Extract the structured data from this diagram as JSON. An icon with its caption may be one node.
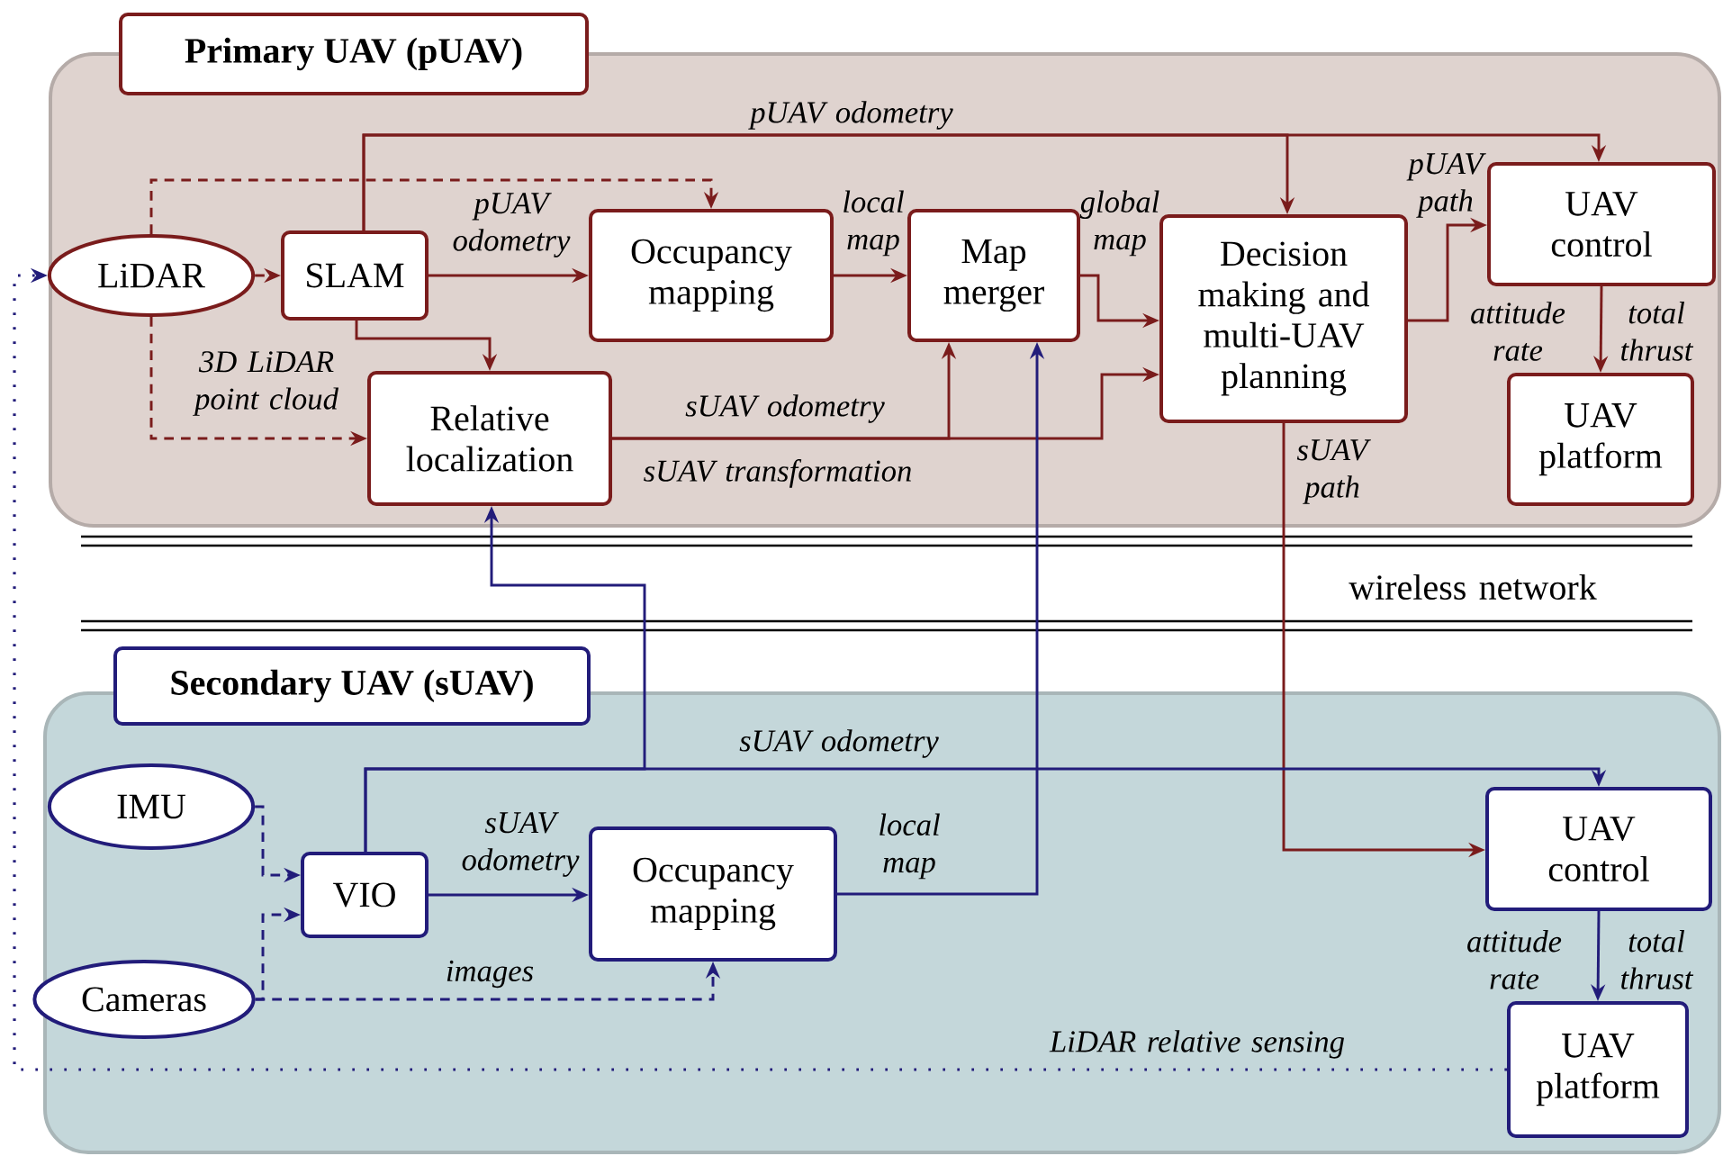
{
  "diagram": {
    "nodes": [
      {
        "text": [
          "Primary UAV (pUAV)"
        ]
      },
      {
        "text": [
          "LiDAR"
        ],
        "in": 0
      },
      {
        "text": [
          "SLAM"
        ],
        "in": 0
      },
      {
        "text": [
          "Occupancy mapping"
        ],
        "in": 0
      },
      {
        "text": [
          "Relative localization"
        ],
        "in": 0
      },
      {
        "text": [
          "Map merger"
        ],
        "in": 0
      },
      {
        "text": [
          "Decision making and multi-UAV planning"
        ],
        "in": 0
      },
      {
        "text": [
          "UAV control"
        ],
        "in": 0
      },
      {
        "text": [
          "UAV platform"
        ],
        "in": 0
      },
      {
        "text": [
          "Secondary UAV (sUAV)"
        ]
      },
      {
        "text": [
          "IMU"
        ],
        "in": 9
      },
      {
        "text": [
          "Cameras"
        ],
        "in": 9
      },
      {
        "text": [
          "VIO"
        ],
        "in": 9
      },
      {
        "text": [
          "Occupancy mapping"
        ],
        "in": 9
      },
      {
        "text": [
          "UAV control"
        ],
        "in": 9
      },
      {
        "text": [
          "UAV platform"
        ],
        "in": 9
      }
    ],
    "edges": [
      {
        "from": 1,
        "to": 2,
        "arrow": "to",
        "style": "dashed"
      },
      {
        "from": 1,
        "to": 3,
        "arrow": "to",
        "style": "dashed"
      },
      {
        "from": 1,
        "to": 4,
        "arrow": "to",
        "style": "dashed",
        "label": "3D LiDAR point cloud"
      },
      {
        "from": 2,
        "to": 3,
        "arrow": "to",
        "label": "pUAV odometry"
      },
      {
        "from": 2,
        "to": 4,
        "arrow": "to"
      },
      {
        "from": 2,
        "to": 6,
        "arrow": "to",
        "label": "pUAV odometry"
      },
      {
        "from": 2,
        "to": 7,
        "arrow": "to"
      },
      {
        "from": 3,
        "to": 5,
        "arrow": "to",
        "label": "local map"
      },
      {
        "from": 4,
        "to": 5,
        "arrow": "to",
        "label": "sUAV odometry"
      },
      {
        "from": 4,
        "to": 6,
        "arrow": "to",
        "label": "sUAV transformation"
      },
      {
        "from": 5,
        "to": 6,
        "arrow": "to",
        "label": "global map"
      },
      {
        "from": 6,
        "to": 7,
        "arrow": "to",
        "label": "pUAV path"
      },
      {
        "from": 7,
        "to": 8,
        "arrow": "to",
        "label": "attitude rate"
      },
      {
        "from": 6,
        "to": 14,
        "arrow": "to",
        "label": "sUAV path"
      },
      {
        "from": 12,
        "to": 4,
        "arrow": "to",
        "color": "#221c7a"
      },
      {
        "from": 12,
        "to": 14,
        "arrow": "to",
        "color": "#221c7a",
        "label": "sUAV odometry"
      },
      {
        "from": 10,
        "to": 12,
        "arrow": "to",
        "style": "dashed",
        "color": "#221c7a"
      },
      {
        "from": 11,
        "to": 12,
        "arrow": "to",
        "style": "dashed",
        "color": "#221c7a"
      },
      {
        "from": 11,
        "to": 13,
        "arrow": "to",
        "style": "dashed",
        "color": "#221c7a",
        "label": "images"
      },
      {
        "from": 12,
        "to": 13,
        "arrow": "to",
        "color": "#221c7a",
        "label": "sUAV odometry"
      },
      {
        "from": 13,
        "to": 5,
        "arrow": "to",
        "color": "#221c7a",
        "label": "local map"
      },
      {
        "from": 14,
        "to": 15,
        "arrow": "to",
        "color": "#221c7a",
        "label": "attitude rate"
      },
      {
        "from": 15,
        "to": 1,
        "arrow": "to",
        "style": "dashed",
        "color": "#221c7a",
        "label": "LiDAR relative sensing"
      }
    ],
    "labels": [
      "total thrust",
      "wireless network",
      "total thrust"
    ]
  }
}
